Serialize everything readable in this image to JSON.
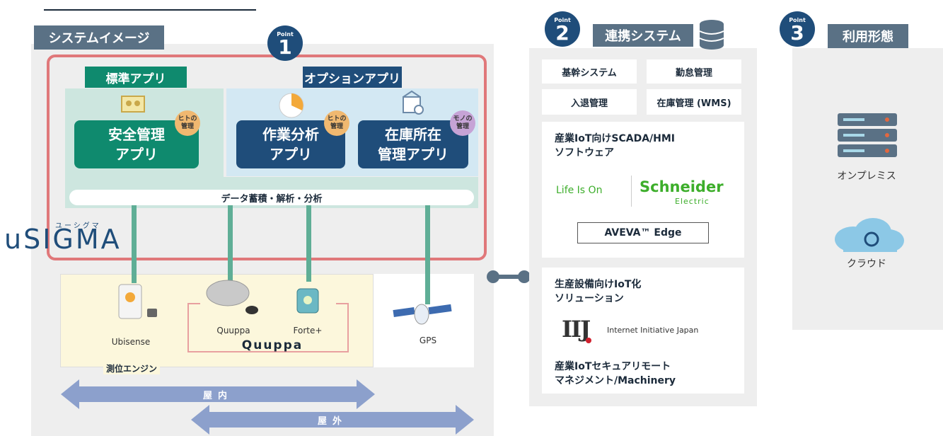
{
  "left": {
    "tab_label": "システムイメージ",
    "point1": {
      "small": "Point",
      "num": "1"
    },
    "standard_tab": "標準アプリ",
    "option_tab": "オプションアプリ",
    "apps": [
      {
        "label": "安全管理\nアプリ",
        "tag": "ヒトの\n管理"
      },
      {
        "label": "作業分析\nアプリ",
        "tag": "ヒトの\n管理"
      },
      {
        "label": "在庫所在\n管理アプリ",
        "tag": "モノの\n管理"
      }
    ],
    "data_bar": "データ蓄積・解析・分析",
    "usigma_logo": "uSIGMA",
    "usigma_ruby": "ユーシグマ",
    "devices": {
      "ubisense": "Ubisense",
      "quuppa": "Quuppa",
      "forte": "Forte+",
      "quuppa_logo": "Quuppa",
      "gps": "GPS"
    },
    "engine_label": "測位エンジン",
    "indoor": "屋内",
    "outdoor": "屋外"
  },
  "middle": {
    "point2": {
      "small": "Point",
      "num": "2"
    },
    "tab_label": "連携システム",
    "grid": [
      "基幹システム",
      "勤怠管理",
      "入退管理",
      "在庫管理 (WMS)"
    ],
    "scada_title": "産業IoT向けSCADA/HMI\nソフトウェア",
    "life_is_on": "Life Is On",
    "schneider": "Schneider",
    "electric": "Electric",
    "aveva": "AVEVA™ Edge",
    "iot_title": "生産設備向けIoT化\nソリューション",
    "iij_logo": "IIJ",
    "iij_text": "Internet Initiative Japan",
    "remote": "産業IoTセキュアリモート\nマネジメント/Machinery"
  },
  "right": {
    "point3": {
      "small": "Point",
      "num": "3"
    },
    "tab_label": "利用形態",
    "onpremise": "オンプレミス",
    "cloud": "クラウド"
  },
  "colors": {
    "navy": "#1f4d7a",
    "green": "#0f8a6e",
    "gray_tab": "#5a7185",
    "red_frame": "#e0787a",
    "arrow": "#8ca0cc",
    "schneider_green": "#3dae2b"
  }
}
